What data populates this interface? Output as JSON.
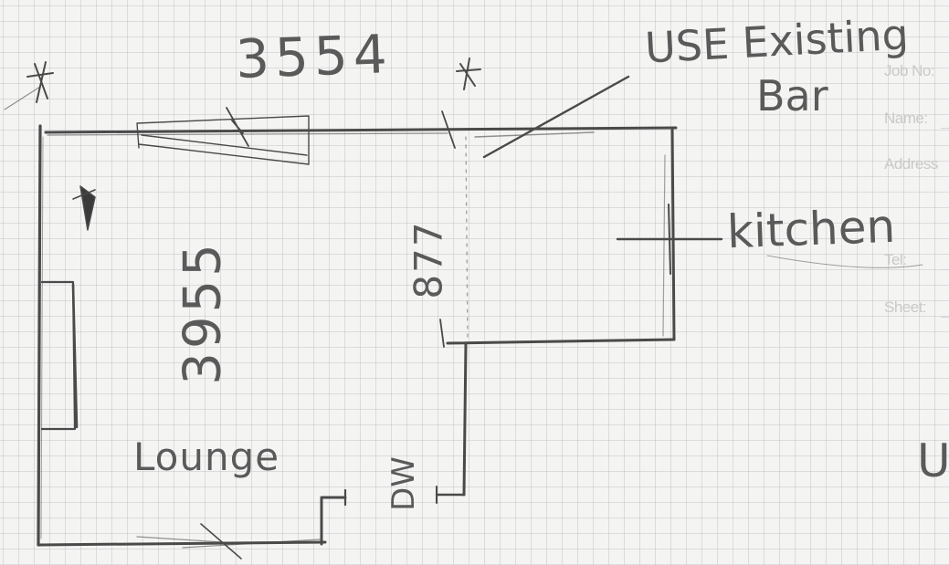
{
  "form": {
    "job_no_label": "Job No:",
    "name_label": "Name:",
    "address_label": "Address",
    "tel_label": "Tel:",
    "sheet_label": "Sheet:"
  },
  "sketch": {
    "top_dimension": "3554",
    "side_dimension": "3955",
    "kitchen_dimension": "877",
    "note_line1": "USE Existing",
    "note_line2": "Bar",
    "kitchen_label": "kitchen",
    "lounge_label": "Lounge",
    "dw_label": "DW",
    "cut_off_letter": "U"
  },
  "colors": {
    "pencil": "#4a4a4a",
    "paper": "#f4f4f2",
    "grid": "#b4b8bc"
  }
}
